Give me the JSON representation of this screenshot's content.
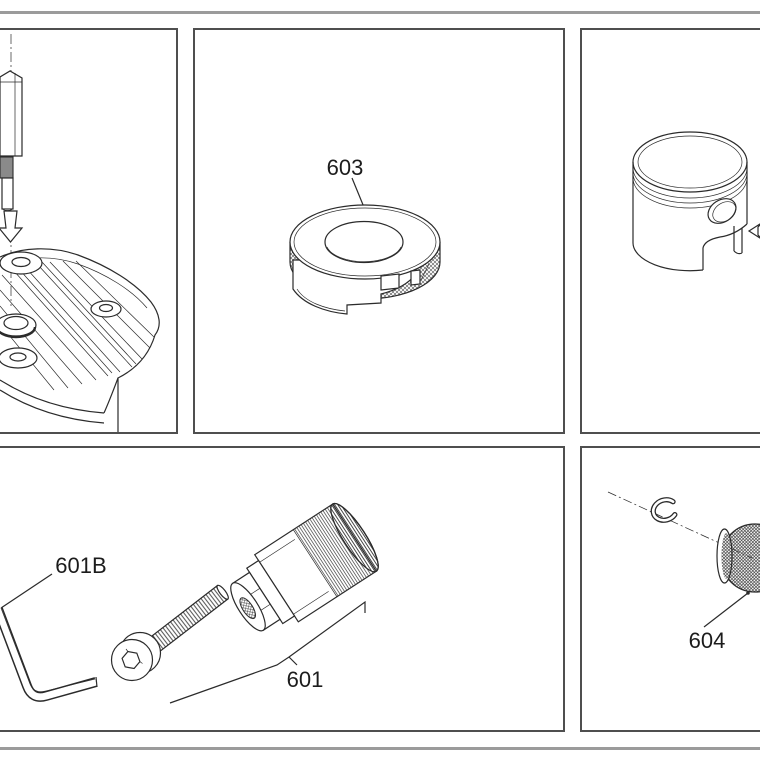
{
  "document": {
    "kind": "exploded-parts-diagram",
    "background": "#ffffff"
  },
  "colors": {
    "panel_border": "#4f4f4f",
    "line_art": "#2b2b2b",
    "page_rule": "#9b9b9b",
    "tool_collar_fill": "#8a8a8a",
    "label_text": "#1c1c1c"
  },
  "panels": [
    {
      "id": "cylinder-head-tool",
      "row": 1,
      "col": 1,
      "labels": []
    },
    {
      "id": "spanner-cap",
      "row": 1,
      "col": 2,
      "labels": [
        "603"
      ]
    },
    {
      "id": "piston",
      "row": 1,
      "col": 3,
      "labels": []
    },
    {
      "id": "puller-tool-set",
      "row": 2,
      "col": 1,
      "labels": [
        "601B",
        "601"
      ]
    },
    {
      "id": "circlip-and-cap",
      "row": 2,
      "col": 2,
      "labels": [
        "604"
      ]
    }
  ],
  "labels": {
    "part_603": "603",
    "part_601b": "601B",
    "part_601": "601",
    "part_604": "604"
  }
}
